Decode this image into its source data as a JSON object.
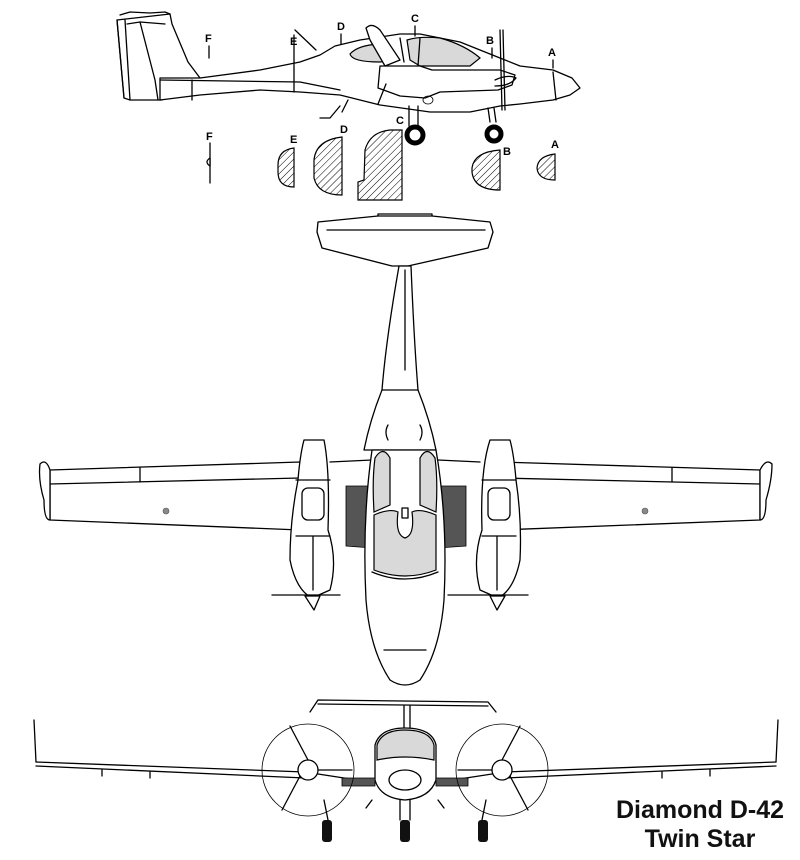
{
  "title": {
    "line1": "Diamond D-42",
    "line2": "Twin Star"
  },
  "views": {
    "side": {
      "name": "Side view",
      "station_labels": [
        "A",
        "B",
        "C",
        "D",
        "E",
        "F"
      ]
    },
    "cross_sections": {
      "name": "Fuselage cross-sections",
      "labels": [
        "F",
        "E",
        "D",
        "C",
        "B",
        "A"
      ]
    },
    "top": {
      "name": "Top view"
    },
    "front": {
      "name": "Front view"
    }
  },
  "colors": {
    "line": "#000000",
    "glass": "#d9d9d9",
    "wing_root": "#555555",
    "background": "#ffffff"
  }
}
